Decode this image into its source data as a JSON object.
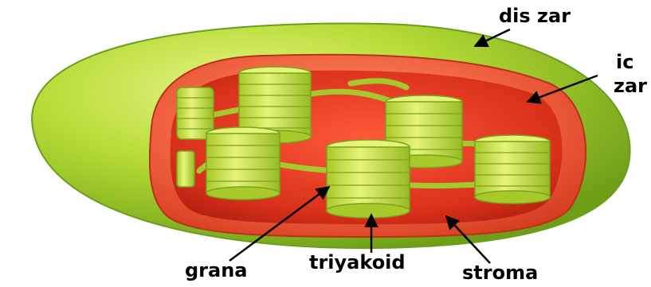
{
  "labels": {
    "outer_membrane": "dis zar",
    "inner_membrane_line1": "ic",
    "inner_membrane_line2": "zar",
    "grana": "grana",
    "thylakoid": "triyakoid",
    "stroma": "stroma"
  },
  "colors": {
    "outer_membrane": "#9acd32",
    "outer_membrane_dark": "#6b9e1c",
    "inner_membrane": "#f26a4f",
    "stroma": "#e8462a",
    "thylakoid_disc": "#c8e04a",
    "thylakoid_edge": "#7aa21d",
    "arrow": "#000000"
  }
}
